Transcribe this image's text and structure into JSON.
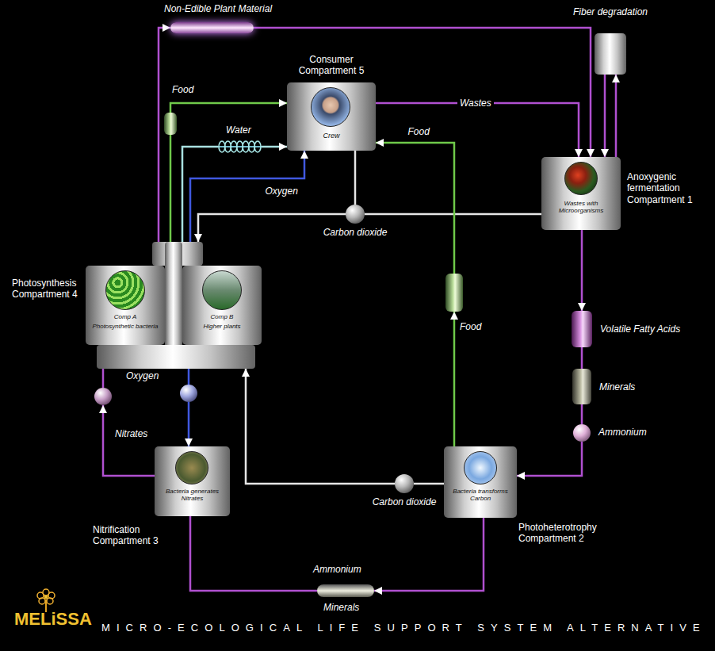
{
  "diagram": {
    "caption": "MICRO-ECOLOGICAL LIFE SUPPORT SYSTEM ALTERNATIVE",
    "nodes": [
      {
        "text": [
          "Consumer Compartment 5",
          "Crew"
        ]
      },
      {
        "text": [
          "Wastes with Microorganisms",
          "Anoxygenic fermentation Compartment 1"
        ]
      },
      {
        "text": [
          "Fiber degradation"
        ]
      },
      {
        "text": [
          "Bacteria transforms Carbon",
          "Photoheterotrophy Compartment 2"
        ]
      },
      {
        "text": [
          "Bacteria generates Nitrates",
          "Nitrification Compartment 3"
        ]
      },
      {
        "text": [
          "Photosynthesis Compartment 4"
        ]
      },
      {
        "text": [
          "Comp A",
          "Photosynthetic bacteria"
        ],
        "in": 5
      },
      {
        "text": [
          "Comp B",
          "Higher plants"
        ],
        "in": 5
      },
      {
        "text": [
          "Non-Edible Plant Material"
        ]
      },
      {
        "text": [
          "Water"
        ]
      },
      {
        "text": [
          "Carbon dioxide"
        ]
      },
      {
        "text": [
          "Carbon dioxide"
        ]
      },
      {
        "text": [
          "Volatile Fatty Acids"
        ]
      },
      {
        "text": [
          "Minerals"
        ]
      },
      {
        "text": [
          "Ammonium"
        ]
      },
      {
        "text": [
          "Ammonium",
          "Minerals"
        ]
      },
      {
        "text": [
          "Food"
        ]
      },
      {
        "text": [
          "Food"
        ]
      },
      {
        "text": [
          "Nitrates"
        ]
      },
      {
        "text": [
          "Oxygen"
        ]
      }
    ],
    "edges": [
      {
        "from": 5,
        "to": 8,
        "arrow": "to"
      },
      {
        "from": 8,
        "to": 1,
        "arrow": "to"
      },
      {
        "from": 5,
        "to": 17,
        "arrow": "none"
      },
      {
        "from": 17,
        "to": 0,
        "arrow": "to"
      },
      {
        "from": 5,
        "to": 9,
        "arrow": "none"
      },
      {
        "from": 9,
        "to": 0,
        "arrow": "to"
      },
      {
        "from": 5,
        "to": 0,
        "arrow": "to",
        "label": "Oxygen"
      },
      {
        "from": 0,
        "to": 1,
        "arrow": "to",
        "label": "Wastes"
      },
      {
        "from": 0,
        "to": 10,
        "arrow": "none"
      },
      {
        "from": 1,
        "to": 10,
        "arrow": "none"
      },
      {
        "from": 10,
        "to": 5,
        "arrow": "to"
      },
      {
        "from": 1,
        "to": 2,
        "arrow": "to"
      },
      {
        "from": 2,
        "to": 1,
        "arrow": "to"
      },
      {
        "from": 1,
        "to": 12,
        "arrow": "to"
      },
      {
        "from": 12,
        "to": 13,
        "arrow": "none"
      },
      {
        "from": 13,
        "to": 14,
        "arrow": "none"
      },
      {
        "from": 14,
        "to": 3,
        "arrow": "to"
      },
      {
        "from": 3,
        "to": 16,
        "arrow": "to"
      },
      {
        "from": 16,
        "to": 0,
        "arrow": "to",
        "label": "Food"
      },
      {
        "from": 3,
        "to": 11,
        "arrow": "none"
      },
      {
        "from": 11,
        "to": 5,
        "arrow": "to"
      },
      {
        "from": 3,
        "to": 15,
        "arrow": "to"
      },
      {
        "from": 15,
        "to": 4,
        "arrow": "none"
      },
      {
        "from": 4,
        "to": 18,
        "arrow": "to"
      },
      {
        "from": 18,
        "to": 5,
        "arrow": "none"
      },
      {
        "from": 5,
        "to": 19,
        "arrow": "none"
      },
      {
        "from": 19,
        "to": 4,
        "arrow": "to"
      }
    ],
    "labels": [
      "MELiSSA"
    ]
  }
}
